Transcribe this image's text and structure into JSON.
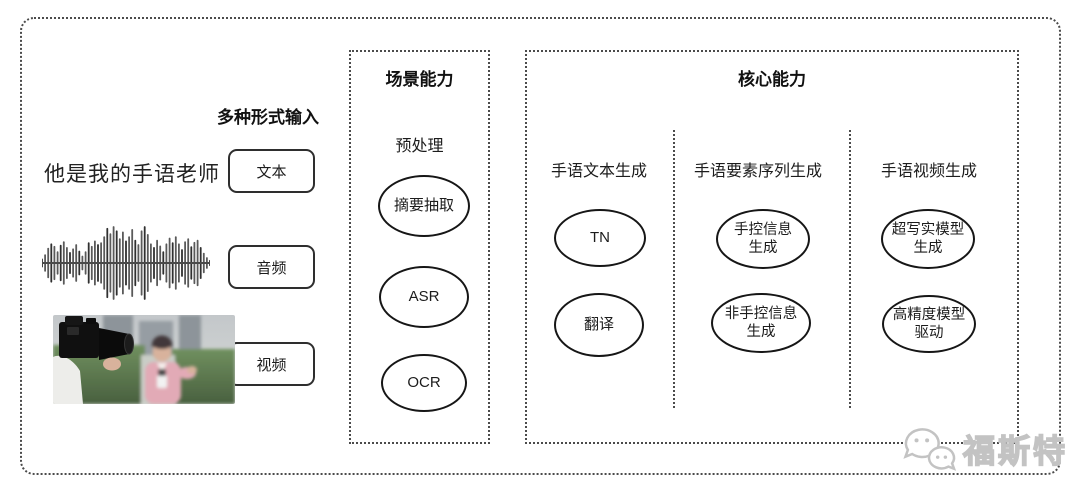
{
  "colors": {
    "line": "#2e2e2e",
    "dotted_border": "#4b4b4b",
    "watermark": "#c3c3c3"
  },
  "input_section": {
    "title": "多种形式输入",
    "sample_text": "他是我的手语老师",
    "types": [
      {
        "label": "文本"
      },
      {
        "label": "音频"
      },
      {
        "label": "视频"
      }
    ]
  },
  "scene_box": {
    "title": "场景能力",
    "subtitle": "预处理",
    "nodes": [
      "摘要抽取",
      "ASR",
      "OCR"
    ]
  },
  "core_box": {
    "title": "核心能力",
    "columns": [
      {
        "header": "手语文本生成",
        "nodes": [
          "TN",
          "翻译"
        ]
      },
      {
        "header": "手语要素序列生成",
        "nodes": [
          "手控信息\n生成",
          "非手控信息\n生成"
        ]
      },
      {
        "header": "手语视频生成",
        "nodes": [
          "超写实模型\n生成",
          "高精度模型\n驱动"
        ]
      }
    ]
  },
  "watermark": {
    "label": "福斯特"
  }
}
